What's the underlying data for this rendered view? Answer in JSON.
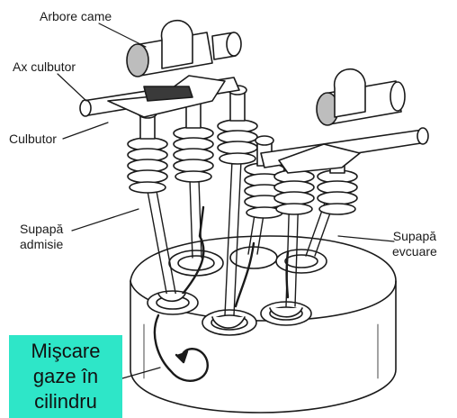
{
  "labels": {
    "camshaft": "Arbore came",
    "rocker_shaft": "Ax culbutor",
    "rocker": "Culbutor",
    "intake_valve_line1": "Supapă",
    "intake_valve_line2": "admisie",
    "exhaust_valve_line1": "Supapă",
    "exhaust_valve_line2": "evcuare"
  },
  "callout": {
    "line1": "Mişcare",
    "line2": "gaze în",
    "line3": "cilindru"
  },
  "colors": {
    "callout_background": "#2ee6c8",
    "ink": "#1a1a1a"
  }
}
